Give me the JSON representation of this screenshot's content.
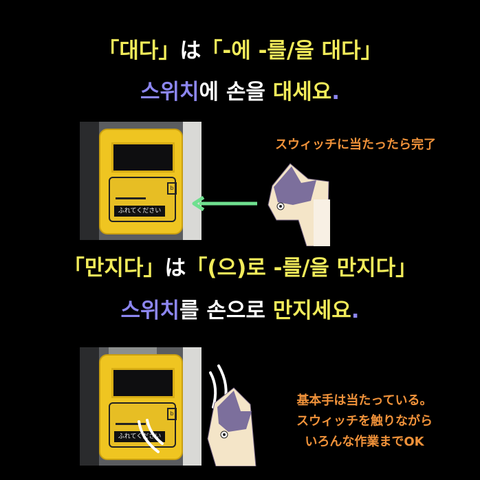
{
  "title1": {
    "part1": "「대다」",
    "part2": "は",
    "part3": "「-에 -를/을 대다」"
  },
  "sentence1": {
    "part1": "스위치",
    "part2": "에",
    "part3": " 손을 ",
    "part4": "대세요",
    "part5": "."
  },
  "caption1": "スウィッチに当たったら完了",
  "photo1": {
    "button_label": "ふれてください",
    "tag": "b"
  },
  "title2": {
    "part1": "「만지다」",
    "part2": "は",
    "part3": "「(으)로 -를/을 만지다」"
  },
  "sentence2": {
    "part1": "스위치",
    "part2": "를",
    "part3": " 손으로 ",
    "part4": "만지세요",
    "part5": "."
  },
  "caption2": {
    "line1": "基本手は当たっている。",
    "line2": "スウィッチを触りながら",
    "line3": "いろんな作業までOK"
  },
  "photo2": {
    "button_label": "ふれてください",
    "tag": "b"
  },
  "colors": {
    "yellow": "#f2ec5a",
    "purple": "#8c86f0",
    "orange": "#f0923a",
    "arrow": "#6fe08f",
    "background": "#000000"
  }
}
